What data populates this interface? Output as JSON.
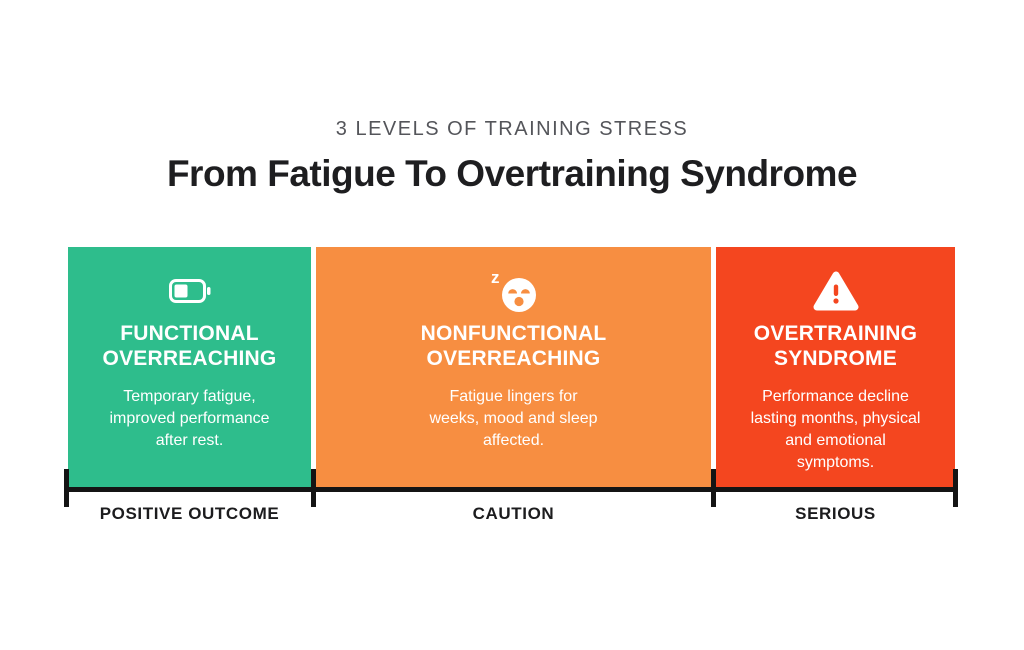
{
  "header": {
    "subtitle": "3 LEVELS OF TRAINING STRESS",
    "title": "From Fatigue To Overtraining Syndrome"
  },
  "colors": {
    "green": "#2ebd8c",
    "orange": "#f78e41",
    "red": "#f4461f",
    "axis": "#141414",
    "title_text": "#1e1e20",
    "subtitle_text": "#54555a",
    "axis_label_text": "#1c1c1e",
    "card_text": "#ffffff"
  },
  "chart_data": {
    "type": "table",
    "title": "From Fatigue To Overtraining Syndrome",
    "subtitle": "3 LEVELS OF TRAINING STRESS",
    "categories": [
      "FUNCTIONAL OVERREACHING",
      "NONFUNCTIONAL OVERREACHING",
      "OVERTRAINING SYNDROME"
    ],
    "severity_labels": [
      "POSITIVE OUTCOME",
      "CAUTION",
      "SERIOUS"
    ],
    "descriptions": [
      "Temporary fatigue, improved performance after rest.",
      "Fatigue lingers for weeks, mood and sleep affected.",
      "Performance decline lasting months, physical and emotional symptoms."
    ],
    "colors": [
      "#2ebd8c",
      "#f78e41",
      "#f4461f"
    ]
  },
  "cards": [
    {
      "id": "functional-overreaching",
      "icon": "battery-half-icon",
      "title": "FUNCTIONAL\nOVERREACHING",
      "body": "Temporary fatigue,\nimproved performance\nafter rest.",
      "axis_label": "POSITIVE OUTCOME"
    },
    {
      "id": "nonfunctional-overreaching",
      "icon": "sleeping-face-icon",
      "title": "NONFUNCTIONAL\nOVERREACHING",
      "body": "Fatigue lingers for\nweeks, mood and sleep\naffected.",
      "axis_label": "CAUTION"
    },
    {
      "id": "overtraining-syndrome",
      "icon": "warning-triangle-icon",
      "title": "OVERTRAINING\nSYNDROME",
      "body": "Performance decline\nlasting months, physical\nand emotional\nsymptoms.",
      "axis_label": "SERIOUS"
    }
  ]
}
